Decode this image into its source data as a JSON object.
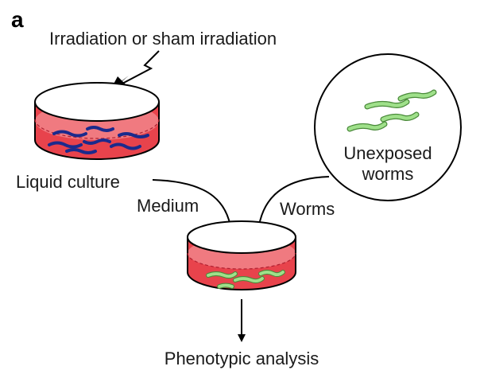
{
  "panel_label": "a",
  "labels": {
    "irradiation": "Irradiation or sham irradiation",
    "liquid_culture": "Liquid culture",
    "unexposed_line1": "Unexposed",
    "unexposed_line2": "worms",
    "medium": "Medium",
    "worms": "Worms",
    "phenotypic": "Phenotypic analysis"
  },
  "colors": {
    "medium_red": "#e8434c",
    "medium_red_light": "#f07a80",
    "blue_worm": "#1b2a8c",
    "green_worm": "#9fe08a",
    "green_worm_outline": "#4a8a3a",
    "line": "#000000"
  },
  "icons": [
    "lightning-bolt-icon"
  ]
}
